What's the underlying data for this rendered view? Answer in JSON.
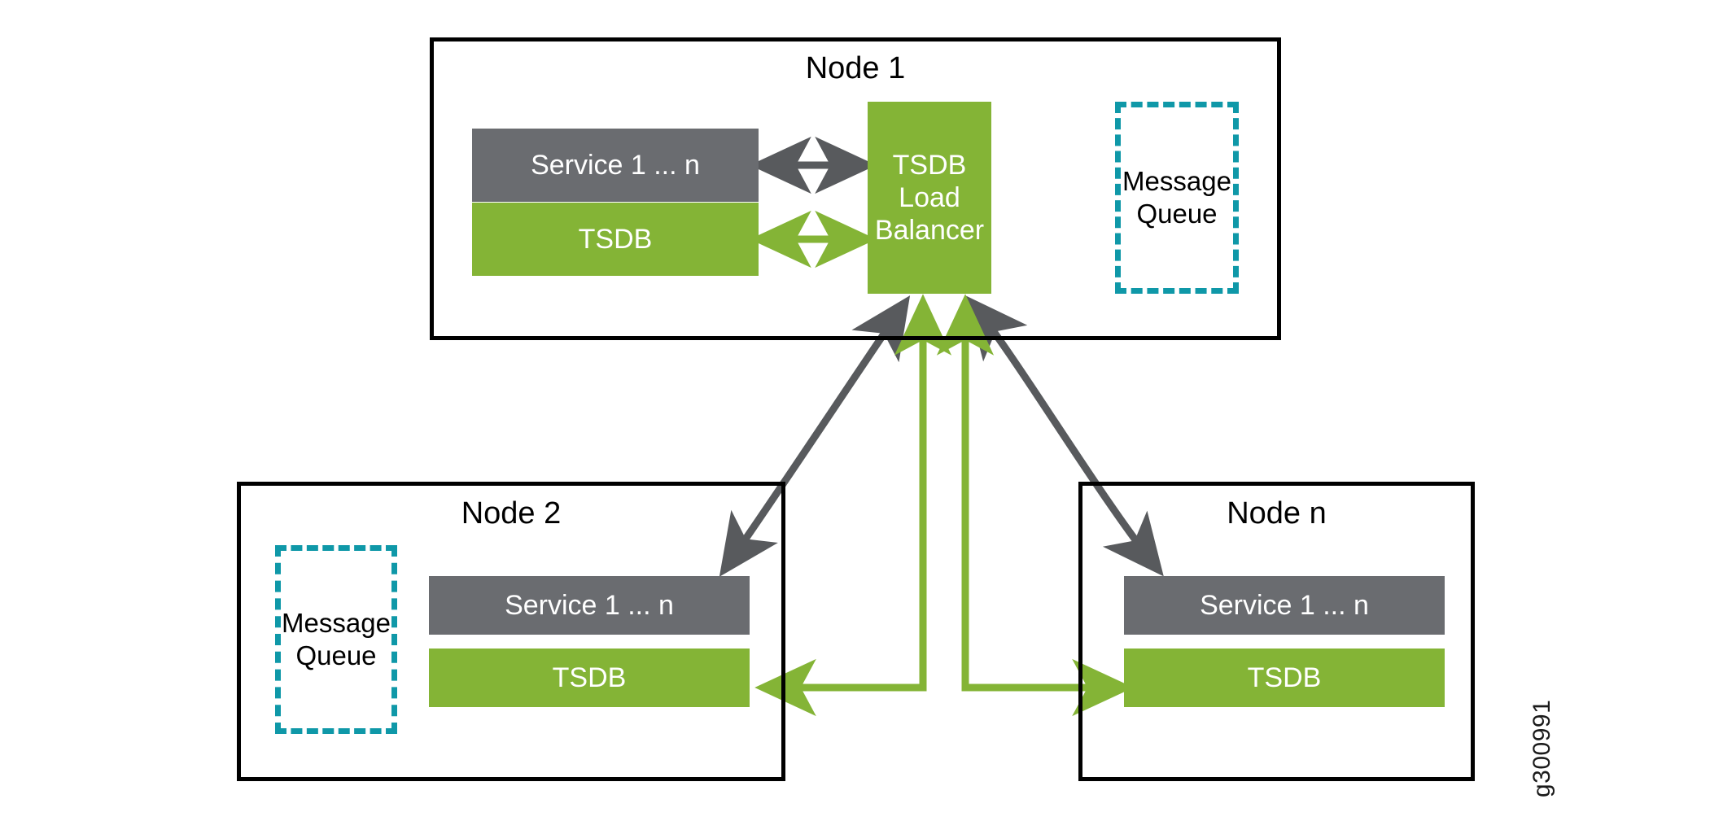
{
  "figure": {
    "id_label": "g300991",
    "background": "#ffffff"
  },
  "colors": {
    "green": "#84B436",
    "gray": "#6A6C70",
    "teal": "#0F98A8",
    "black": "#000000",
    "white": "#ffffff",
    "arrow_gray": "#585A5D",
    "arrow_green": "#84B436"
  },
  "nodes": [
    {
      "id": "node-1",
      "title": "Node 1",
      "blocks": [
        {
          "label": "Service 1 ... n",
          "style": "gray"
        },
        {
          "label": "TSDB",
          "style": "green"
        },
        {
          "label": "TSDB\nLoad\nBalancer",
          "style": "green"
        }
      ],
      "message_queue": {
        "label": "Message\nQueue",
        "style": "dashed-teal"
      }
    },
    {
      "id": "node-2",
      "title": "Node 2",
      "blocks": [
        {
          "label": "Service 1 ... n",
          "style": "gray"
        },
        {
          "label": "TSDB",
          "style": "green"
        }
      ],
      "message_queue": {
        "label": "Message\nQueue",
        "style": "dashed-teal"
      }
    },
    {
      "id": "node-n",
      "title": "Node n",
      "blocks": [
        {
          "label": "Service 1 ... n",
          "style": "gray"
        },
        {
          "label": "TSDB",
          "style": "green"
        }
      ],
      "message_queue": null
    }
  ],
  "labels": {
    "node1_title": "Node 1",
    "node2_title": "Node 2",
    "noden_title": "Node n",
    "service_1_n": "Service 1 ... n",
    "tsdb": "TSDB",
    "tsdb_lb_line1": "TSDB",
    "tsdb_lb_line2": "Load",
    "tsdb_lb_line3": "Balancer",
    "mq_line1": "Message",
    "mq_line2": "Queue"
  },
  "connections": [
    {
      "name": "node1-service-to-lb",
      "style": "gray",
      "arrowheads": "both",
      "shape": "straight-horizontal"
    },
    {
      "name": "node1-tsdb-to-lb",
      "style": "green",
      "arrowheads": "both",
      "shape": "straight-horizontal"
    },
    {
      "name": "lb-to-node2-service",
      "style": "gray",
      "arrowheads": "both",
      "shape": "curved-diagonal"
    },
    {
      "name": "lb-to-noden-service",
      "style": "gray",
      "arrowheads": "both",
      "shape": "curved-diagonal"
    },
    {
      "name": "lb-to-node2-tsdb",
      "style": "green",
      "arrowheads": "both",
      "shape": "elbow"
    },
    {
      "name": "lb-to-noden-tsdb",
      "style": "green",
      "arrowheads": "both",
      "shape": "elbow"
    }
  ]
}
